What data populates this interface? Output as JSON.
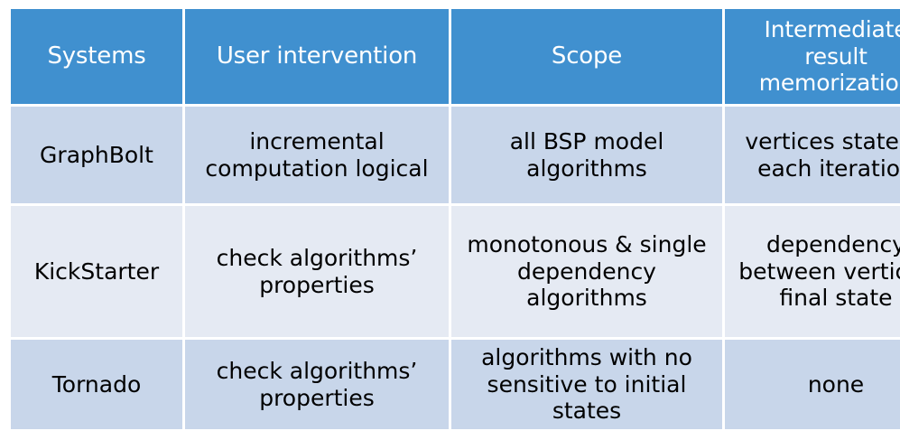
{
  "table": {
    "columns": [
      {
        "key": "systems",
        "label": "Systems"
      },
      {
        "key": "user_intervention",
        "label": "User intervention"
      },
      {
        "key": "scope",
        "label": "Scope"
      },
      {
        "key": "intermediate_result_memorization",
        "label": "Intermediate result memorization"
      }
    ],
    "rows": [
      {
        "systems": "GraphBolt",
        "user_intervention": "incremental computation logical",
        "scope": "all BSP model algorithms",
        "intermediate_result_memorization": "vertices state in each iteration"
      },
      {
        "systems": "KickStarter",
        "user_intervention": "check algorithms’ properties",
        "scope": "monotonous & single dependency algorithms",
        "intermediate_result_memorization": "dependency between vertices final state"
      },
      {
        "systems": "Tornado",
        "user_intervention": "check algorithms’ properties",
        "scope": "algorithms with no sensitive to initial states",
        "intermediate_result_memorization": "none"
      }
    ]
  },
  "colors": {
    "header_background": "#4090CF",
    "header_text": "#FFFFFF",
    "row_shade_background": "#C8D6EA",
    "row_light_background": "#E5EAF3",
    "body_text": "#000000",
    "page_background": "#FFFFFF"
  }
}
